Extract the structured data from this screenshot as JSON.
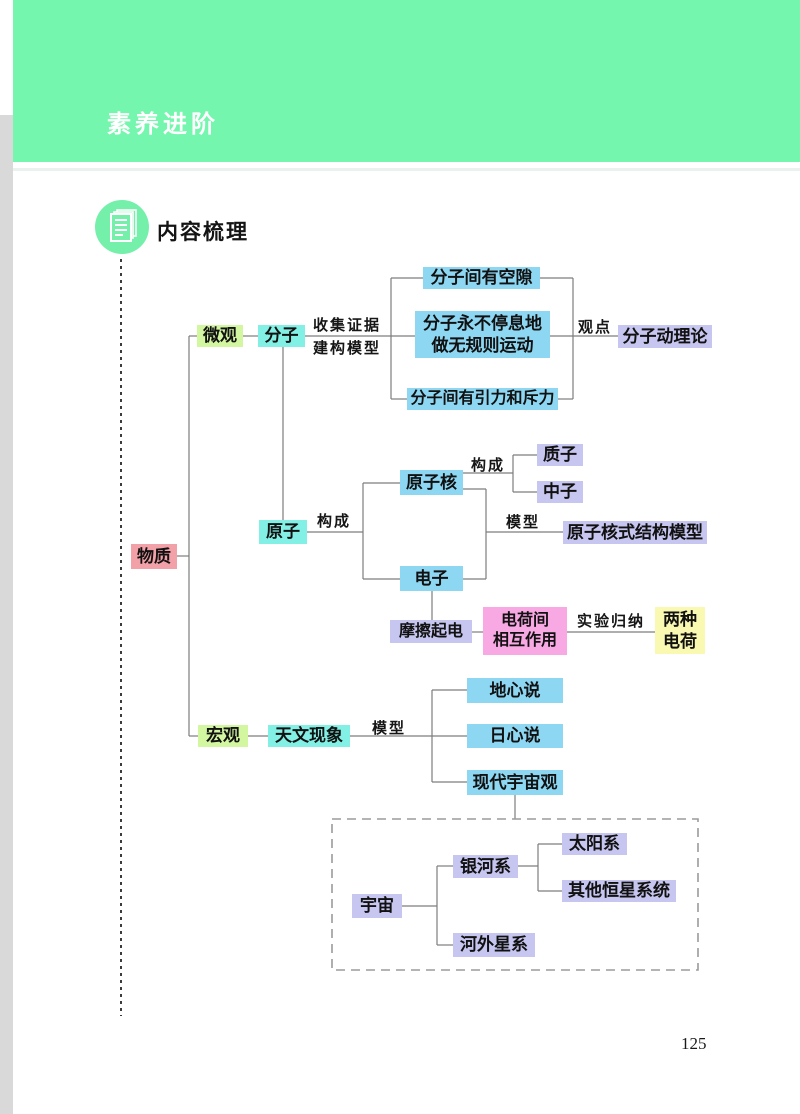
{
  "page": {
    "header_title": "素养进阶",
    "section_title": "内容梳理",
    "page_number": "125"
  },
  "colors": {
    "header_green": "#74f6ae",
    "sidebar_gray": "#d9d9d9",
    "node_pink": "#f2a1a9",
    "node_ygreen": "#d3f6a1",
    "node_aqua": "#82f0e4",
    "node_blue": "#8ed7f3",
    "node_lavender": "#c7c6f0",
    "node_magenta": "#f8a9e3",
    "node_yellow": "#f9f9b2",
    "line_gray": "#7d7d7d"
  },
  "diagram": {
    "nodes": {
      "wuzhi": "物质",
      "weiguan": "微观",
      "fenzi": "分子",
      "kongxi": "分子间有空隙",
      "yundong_l1": "分子永不停息地",
      "yundong_l2": "做无规则运动",
      "yinli": "分子间有引力和斥力",
      "donglilun": "分子动理论",
      "yuanzi": "原子",
      "yuanzihe": "原子核",
      "zhizi": "质子",
      "zhongzi": "中子",
      "jiegou_moxing": "原子核式结构模型",
      "dianzi": "电子",
      "moca": "摩擦起电",
      "dianhe_l1": "电荷间",
      "dianhe_l2": "相互作用",
      "liangzhong_l1": "两种",
      "liangzhong_l2": "电荷",
      "hongguan": "宏观",
      "tianwen": "天文现象",
      "dixin": "地心说",
      "rixin": "日心说",
      "xiandai": "现代宇宙观",
      "yuzhou": "宇宙",
      "yinhexi": "银河系",
      "taiyangxi": "太阳系",
      "qita": "其他恒星系统",
      "hewai": "河外星系"
    },
    "edge_labels": {
      "shouji": "收集证据",
      "jiangou": "建构模型",
      "guandian": "观点",
      "goucheng_fenzi": "构成",
      "goucheng_hezi": "构成",
      "moxing_yuanzi": "模型",
      "moxing_tianwen": "模型",
      "shiyan": "实验归纳"
    }
  }
}
